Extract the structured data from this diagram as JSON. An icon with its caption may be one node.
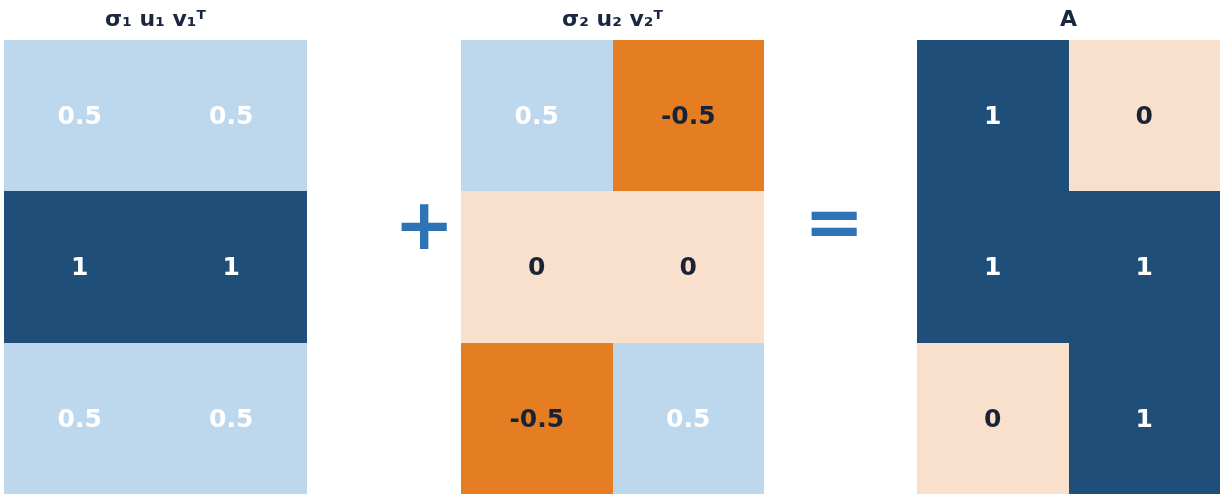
{
  "diagram": {
    "nodes": [
      {
        "text": [
          "σ₁ u₁ v₁ᵀ"
        ]
      },
      {
        "text": [
          "0.5"
        ],
        "in": 0
      },
      {
        "text": [
          "0.5"
        ],
        "in": 0
      },
      {
        "text": [
          "1"
        ],
        "in": 0
      },
      {
        "text": [
          "1"
        ],
        "in": 0
      },
      {
        "text": [
          "0.5"
        ],
        "in": 0
      },
      {
        "text": [
          "0.5"
        ],
        "in": 0
      },
      {
        "text": [
          "σ₂ u₂ v₂ᵀ"
        ]
      },
      {
        "text": [
          "0.5"
        ],
        "in": 7
      },
      {
        "text": [
          "-0.5"
        ],
        "in": 7
      },
      {
        "text": [
          "0"
        ],
        "in": 7
      },
      {
        "text": [
          "0"
        ],
        "in": 7
      },
      {
        "text": [
          "-0.5"
        ],
        "in": 7
      },
      {
        "text": [
          "0.5"
        ],
        "in": 7
      },
      {
        "text": [
          "A"
        ]
      },
      {
        "text": [
          "1"
        ],
        "in": 14
      },
      {
        "text": [
          "0"
        ],
        "in": 14
      },
      {
        "text": [
          "1"
        ],
        "in": 14
      },
      {
        "text": [
          "1"
        ],
        "in": 14
      },
      {
        "text": [
          "0"
        ],
        "in": 14
      },
      {
        "text": [
          "1"
        ],
        "in": 14
      }
    ],
    "edges": [],
    "labels": [
      "+",
      "="
    ]
  }
}
